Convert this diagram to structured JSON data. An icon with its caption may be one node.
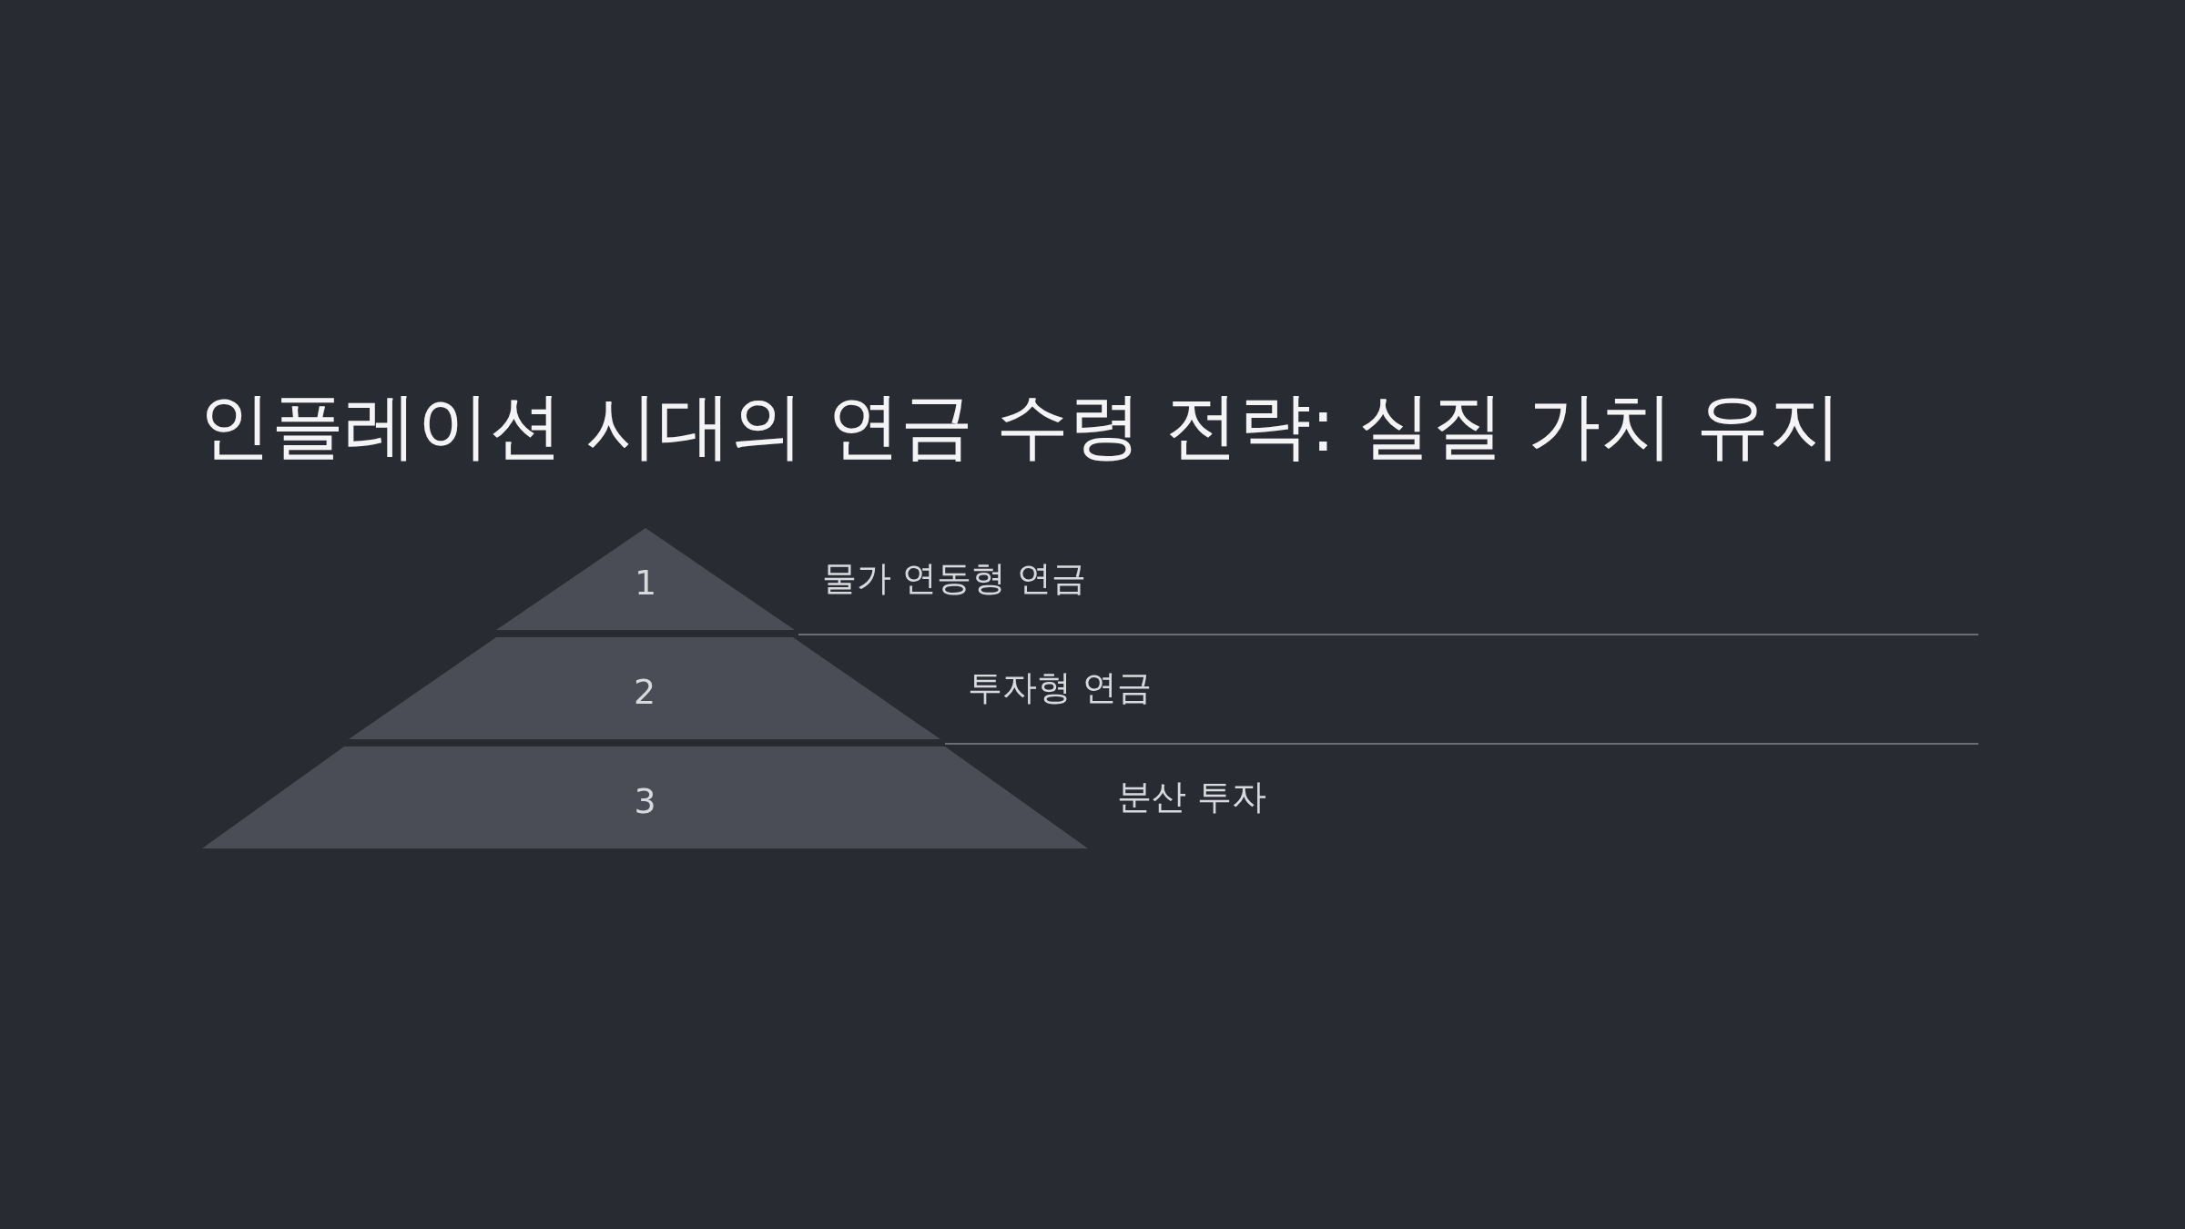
{
  "diagram": {
    "title": "인플레이션 시대의 연금 수령 전략: 실질 가치 유지",
    "nodes": [
      {
        "text": [
          "1"
        ],
        "beside": [
          "물가 연동형 연금"
        ]
      },
      {
        "text": [
          "2"
        ],
        "beside": [
          "투자형 연금"
        ]
      },
      {
        "text": [
          "3"
        ],
        "beside": [
          "분산 투자"
        ]
      }
    ]
  }
}
